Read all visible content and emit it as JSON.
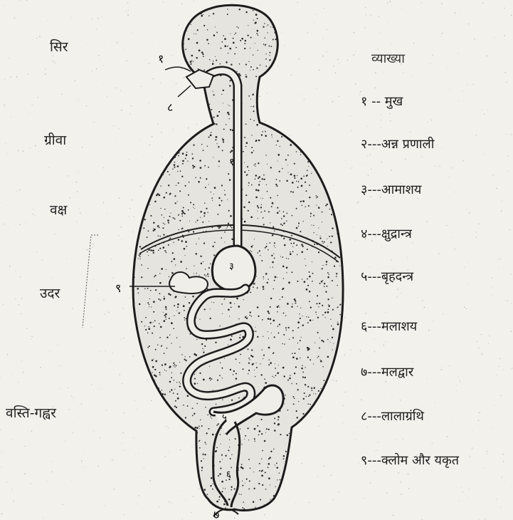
{
  "regions": {
    "head": "सिर",
    "neck": "ग्रीवा",
    "chest": "वक्ष",
    "abdomen": "उदर",
    "pelvic_cavity": "वस्ति-गह्वर"
  },
  "legend": {
    "title": "व्याख्या",
    "items": [
      "१ -- मुख",
      "२---अन्न प्रणाली",
      "३---आमाशय",
      "४---क्षुद्रान्त्र",
      "५---बृहदन्त्र",
      "६---मलाशय",
      "७---मलद्वार",
      "८---लालाग्रंथि",
      "९---क्लोम और यकृत"
    ]
  },
  "diagram_numbers": {
    "mouth": "१",
    "gland": "८",
    "esophagus": "१",
    "stomach": "३",
    "liver_pointer": "९",
    "rectum": "५",
    "lower": "६",
    "anus": "७"
  },
  "colors": {
    "ink": "#1c1c1c",
    "paper": "#f3f1ec",
    "body_fill": "#e3e1dc"
  }
}
